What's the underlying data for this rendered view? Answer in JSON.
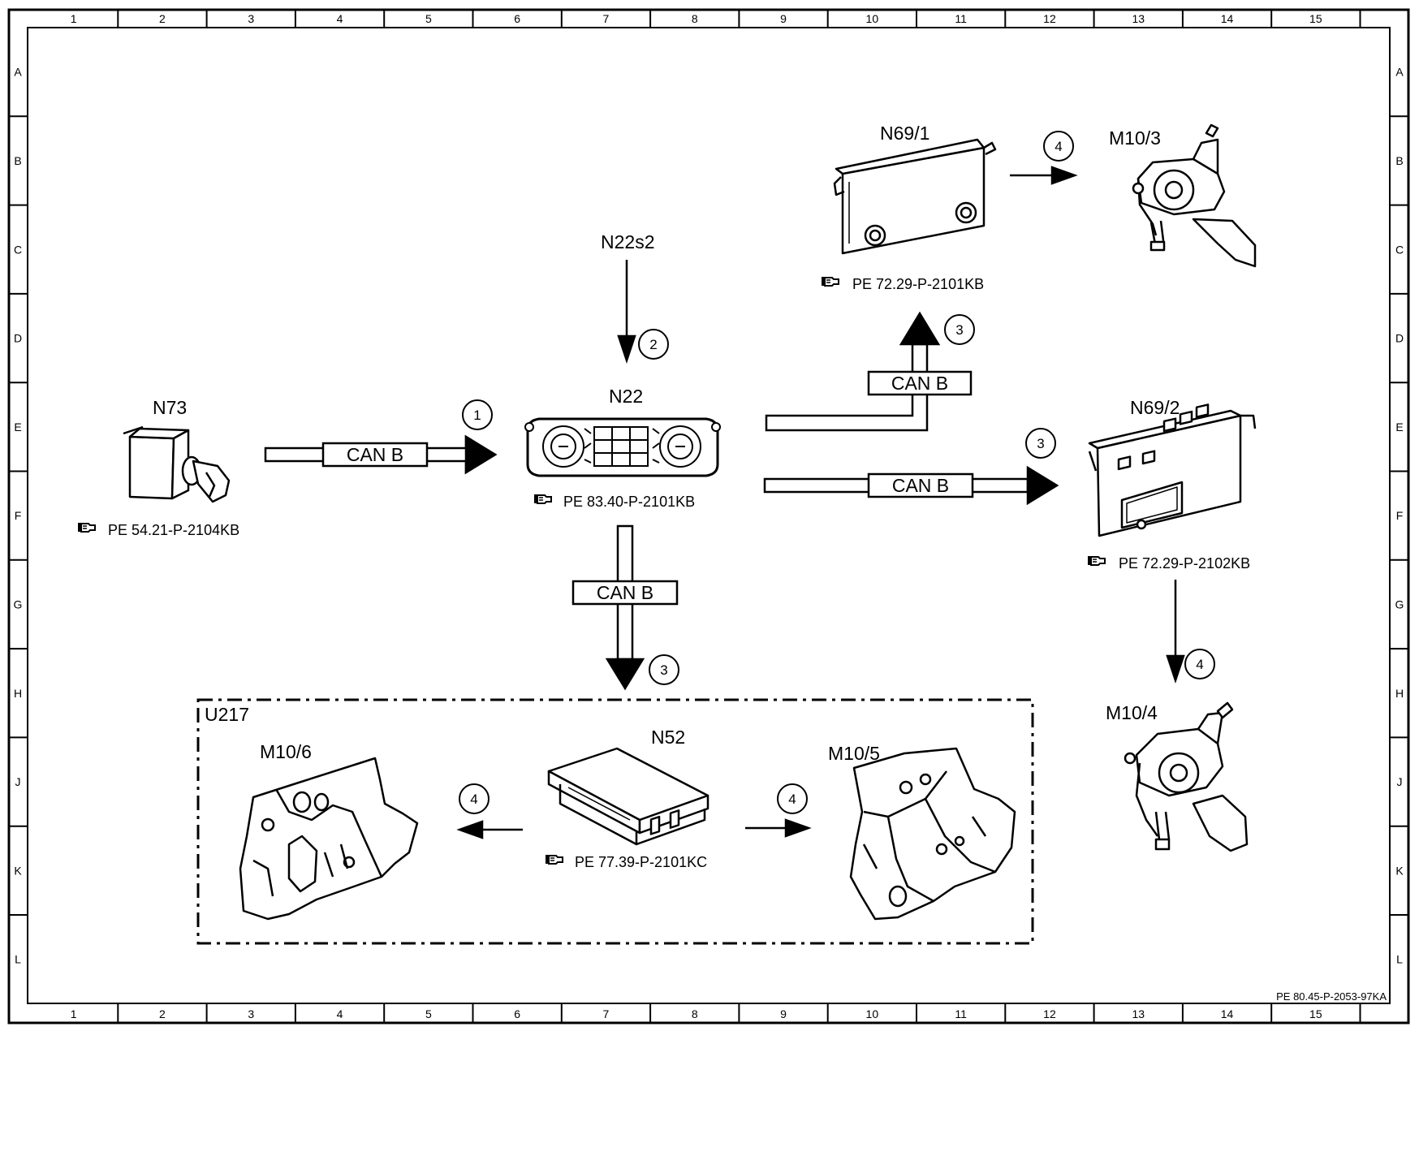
{
  "grid": {
    "columns": [
      "1",
      "2",
      "3",
      "4",
      "5",
      "6",
      "7",
      "8",
      "9",
      "10",
      "11",
      "12",
      "13",
      "14",
      "15"
    ],
    "rows": [
      "A",
      "B",
      "C",
      "D",
      "E",
      "F",
      "G",
      "H",
      "J",
      "K",
      "L"
    ]
  },
  "components": {
    "n73": "N73",
    "n22s2": "N22s2",
    "n22": "N22",
    "n69_1": "N69/1",
    "n69_2": "N69/2",
    "m10_3": "M10/3",
    "m10_4": "M10/4",
    "u217": "U217",
    "m10_6": "M10/6",
    "m10_5": "M10/5",
    "n52": "N52"
  },
  "references": {
    "n73": "PE 54.21-P-2104KB",
    "n22": "PE 83.40-P-2101KB",
    "n69_1": "PE 72.29-P-2101KB",
    "n69_2": "PE 72.29-P-2102KB",
    "n52": "PE 77.39-P-2101KC"
  },
  "bus_label": "CAN B",
  "steps": [
    "1",
    "2",
    "3",
    "4"
  ],
  "doc_code": "PE 80.45-P-2053-97KA"
}
